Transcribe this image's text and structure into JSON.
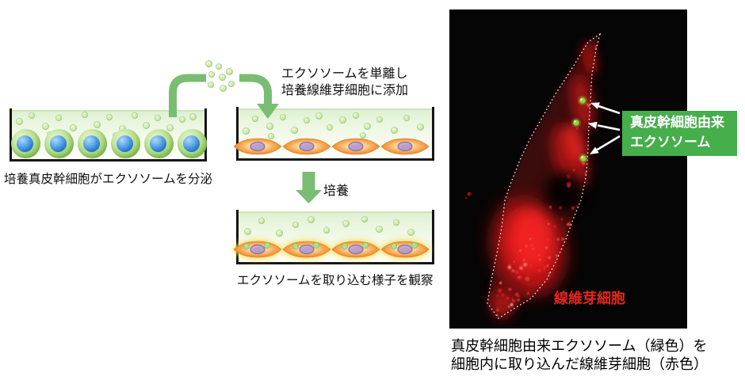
{
  "figure": {
    "dish1_caption": "培養真皮幹細胞がエクソソームを分泌",
    "step1_line1": "エクソソームを単離し",
    "step1_line2": "培養線維芽細胞に添加",
    "culture_label": "培養",
    "dish3_caption": "エクソソームを取り込む様子を観察"
  },
  "micrograph": {
    "callout_line1": "真皮幹細胞由来",
    "callout_line2": "エクソソーム",
    "fibroblast_label": "線維芽細胞",
    "caption_line1": "真皮幹細胞由来エクソソーム（緑色）を",
    "caption_line2": "細胞内に取り込んだ線維芽細胞（赤色）"
  },
  "colors": {
    "arrow_green": "#79bd72",
    "callout_box_green": "#46ae4b",
    "fluorescence_label_red": "#e8251c",
    "exosome_dot_green": "#aad789",
    "stem_cell_green": "#84c050",
    "stem_cell_nucleus_blue": "#2676cf",
    "fibroblast_orange": "#f0a050",
    "micrograph_background": "#050505"
  }
}
